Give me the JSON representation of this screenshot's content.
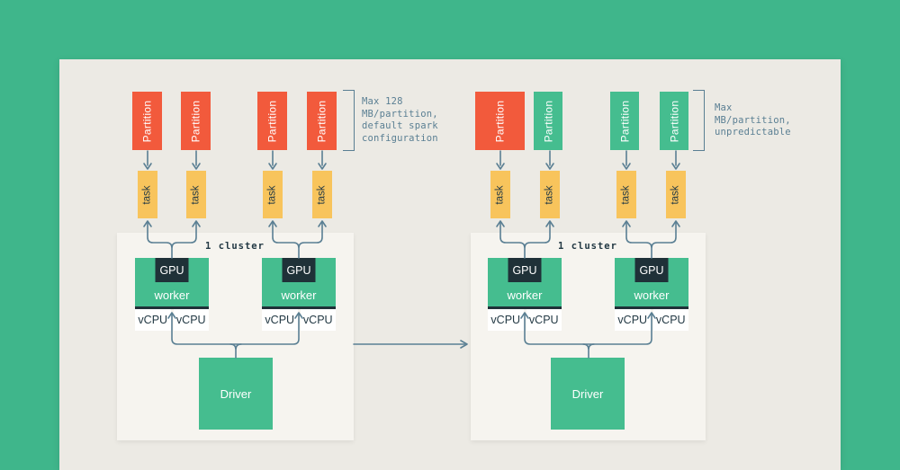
{
  "colors": {
    "background": "#3fb68b",
    "panel": "#eceae4",
    "cluster_bg": "#f6f4ef",
    "red": "#f25a3c",
    "green": "#45bd8f",
    "yellow": "#f8c45c",
    "dark": "#1f3138",
    "slate": "#5a7f93",
    "text_dark": "#233944"
  },
  "labels": {
    "partition": "Partition",
    "task": "task",
    "gpu": "GPU",
    "worker": "worker",
    "vcpu": "vCPU",
    "driver": "Driver"
  },
  "left_diagram": {
    "cluster_label": "1 cluster",
    "annotation": "Max 128\nMB/partition,\ndefault spark\nconfiguration",
    "partitions": [
      {
        "variant": "red"
      },
      {
        "variant": "red"
      },
      {
        "variant": "red"
      },
      {
        "variant": "red"
      }
    ]
  },
  "right_diagram": {
    "cluster_label": "1 cluster",
    "annotation": "Max\nMB/partition,\nunpredictable",
    "partitions": [
      {
        "variant": "red"
      },
      {
        "variant": "green"
      },
      {
        "variant": "green"
      },
      {
        "variant": "green"
      }
    ]
  }
}
